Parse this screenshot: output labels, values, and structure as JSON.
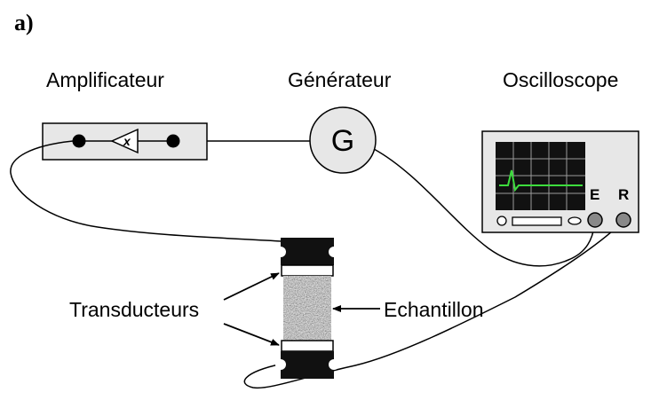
{
  "panel_label": "a)",
  "labels": {
    "amplifier": "Amplificateur",
    "generator": "Générateur",
    "oscilloscope": "Oscilloscope",
    "transducers": "Transducteurs",
    "sample": "Echantillon"
  },
  "symbols": {
    "amplifier_gain": "x",
    "generator_letter": "G",
    "channel_emit": "E",
    "channel_receive": "R"
  },
  "colors": {
    "screen_background": "#111111",
    "screen_grid": "#9a9a9a",
    "signal_trace": "#3ddc3d",
    "panel_fill": "#e7e7e7",
    "transducer_fill": "#111111",
    "sample_fill": "#9a9a9a"
  }
}
